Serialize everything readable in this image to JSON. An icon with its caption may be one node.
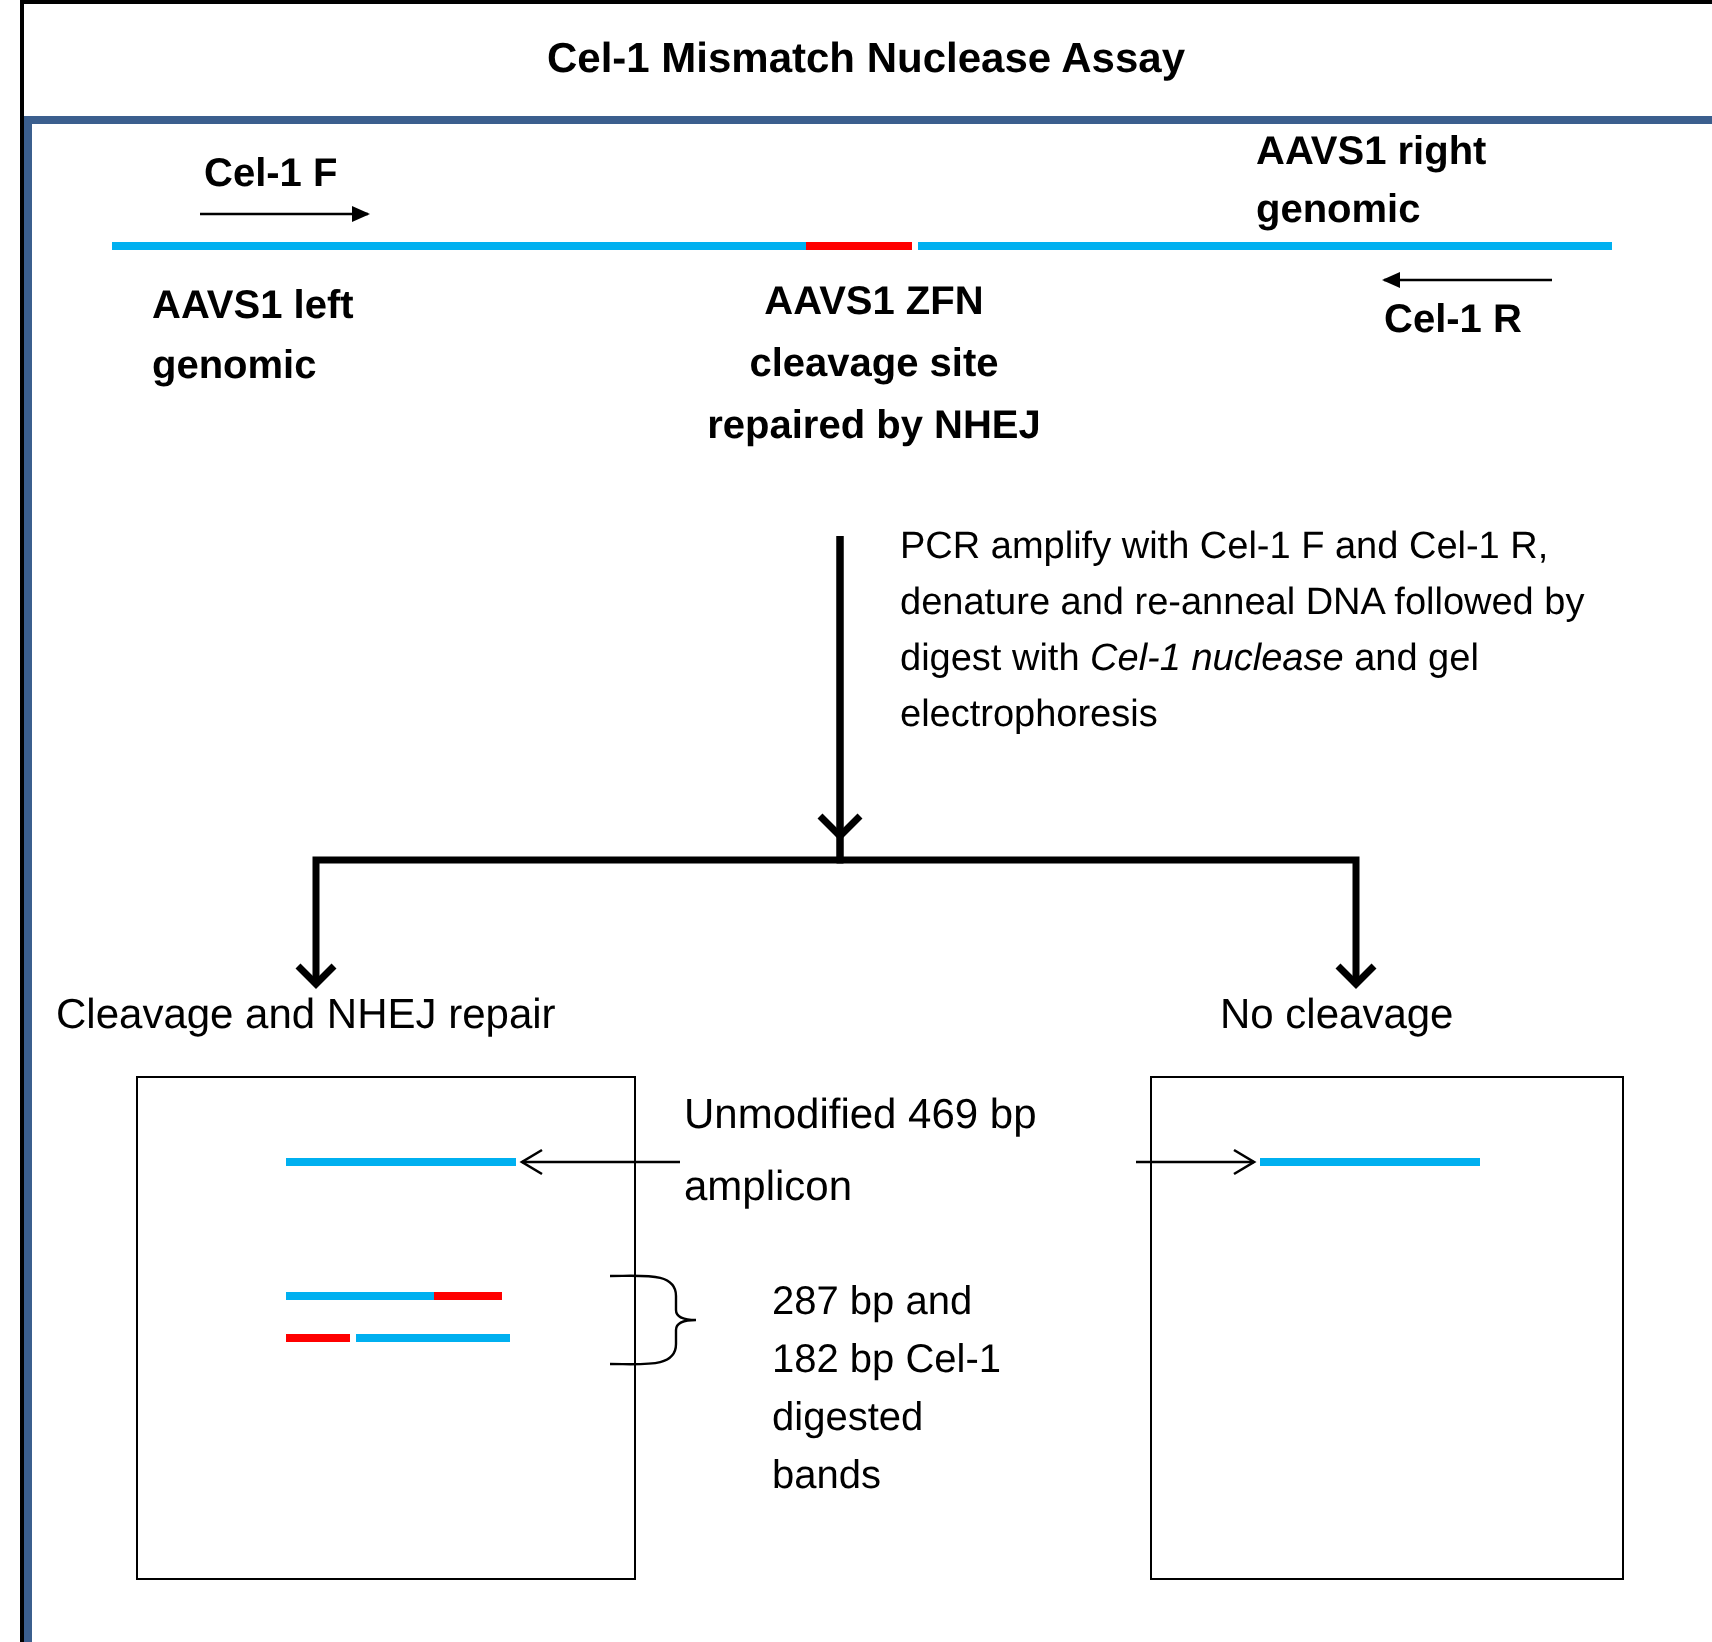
{
  "diagram": {
    "title": "Cel-1 Mismatch Nuclease Assay",
    "nodes": [
      {
        "text": [
          "AAVS1 ZFN cleavage site repaired by NHEJ"
        ]
      },
      {
        "text": [
          "Cleavage and NHEJ repair"
        ]
      },
      {
        "text": [
          "No cleavage"
        ]
      },
      {
        "text": [
          "Unmodified 469 bp amplicon"
        ]
      },
      {
        "text": [],
        "shape": "bar",
        "in": 1
      },
      {
        "text": [],
        "shape": "bar",
        "in": 2
      }
    ],
    "edges": [
      {
        "from": 0,
        "to": 1,
        "arrow": "to",
        "style": "thick"
      },
      {
        "from": 0,
        "to": 2,
        "arrow": "to",
        "style": "thick"
      },
      {
        "from": 3,
        "to": 4,
        "arrow": "to"
      },
      {
        "from": 3,
        "to": 5,
        "arrow": "to"
      }
    ],
    "labels": [
      "Cel-1 F",
      "AAVS1 right genomic",
      "AAVS1 left genomic",
      "Cel-1 R",
      "PCR amplify with Cel-1 F and Cel-1 R, denature and re-anneal DNA followed by digest with *Cel-1 nuclease* and gel electrophoresis",
      "287 bp and 182 bp Cel-1 digested bands"
    ]
  }
}
